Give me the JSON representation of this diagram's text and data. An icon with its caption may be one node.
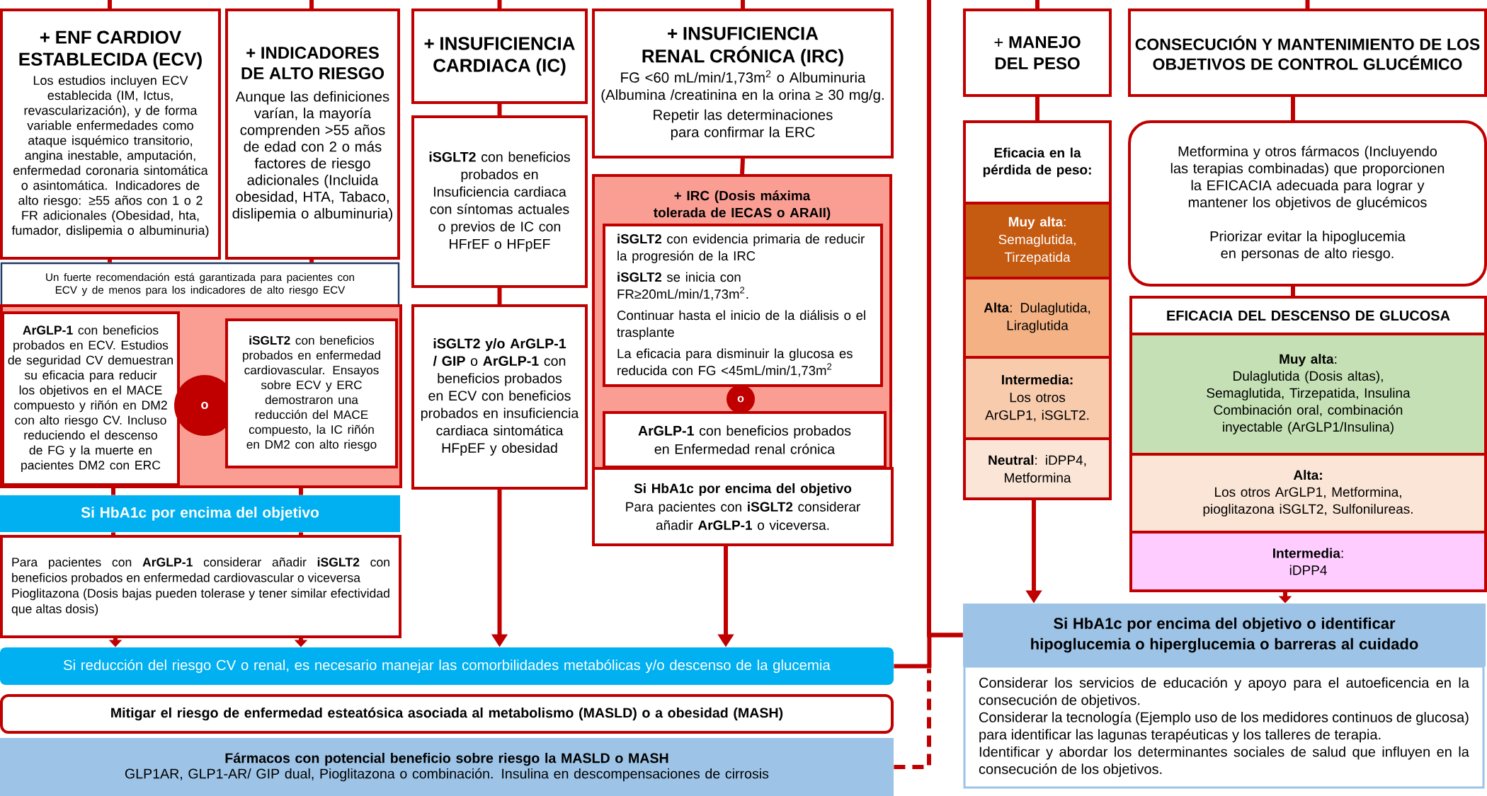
{
  "diagram": {
    "nodes": [
      {
        "text": [
          "+ ENF CARDIOV ESTABLECIDA (ECV)",
          "Los estudios incluyen ECV establecida (IM, Ictus, revascularización), y de forma variable enfermedades como ataque isquémico transitorio, angina inestable, amputación, enfermedad coronaria sintomática o asintomática. Indicadores de alto riesgo: ≥55 años con 1 o 2 FR adicionales (Obesidad, hta, fumador, dislipemia o albuminuria)"
        ]
      },
      {
        "text": [
          "+ INDICADORES DE ALTO RIESGO",
          "Aunque las definiciones varían, la mayoría comprenden >55 años de edad con 2 o más factores de riesgo adicionales (Incluida obesidad, HTA, Tabaco, dislipemia o albuminuria)"
        ]
      },
      {
        "text": [
          "+ INSUFICIENCIA CARDIACA (IC)"
        ]
      },
      {
        "text": [
          "**iSGLT2** con beneficios probados en Insuficiencia cardiaca con síntomas actuales o previos de IC con HFrEF o HFpEF"
        ]
      },
      {
        "text": [
          "**iSGLT2 y/o ArGLP-1 / GIP** o **ArGLP-1** con beneficios probados en ECV con beneficios probados en insuficiencia cardiaca sintomática HFpEF y obesidad"
        ]
      },
      {
        "text": [
          "+ INSUFICIENCIA RENAL CRÓNICA (IRC)",
          "FG <60 mL/min/1,73m$^{2}$ o Albuminuria (Albumina /creatinina en la orina ≥ 30 mg/g.",
          "Repetir las determinaciones para confirmar la ERC"
        ]
      },
      {
        "text": [
          "+ IRC (Dosis máxima tolerada de IECAS o ARAII)"
        ]
      },
      {
        "text": [
          "**iSGLT2** con evidencia primaria de reducir la progresión de la IRC",
          "**iSGLT2** se inicia con FR≥20mL/min/1,73m$^{2}$.",
          "Continuar hasta el inicio de la diálisis o el trasplante",
          "La eficacia para disminuir la glucosa es reducida con FG <45mL/min/1,73m$^{2}$"
        ],
        "in": 6
      },
      {
        "text": [
          "o"
        ],
        "in": 6
      },
      {
        "text": [
          "**ArGLP-1** con beneficios probados en Enfermedad renal crónica"
        ],
        "in": 6
      },
      {
        "text": [
          "**Si HbA1c por encima del objetivo** Para pacientes con **iSGLT2** considerar añadir **ArGLP-1** o viceversa."
        ]
      },
      {
        "text": [
          "Un fuerte recomendación está garantizada para pacientes con ECV y de menos para los indicadores de alto riesgo ECV"
        ]
      },
      {
        "text": [],
        "shape": "box"
      },
      {
        "text": [
          "**ArGLP-1** con beneficios probados en ECV. Estudios de seguridad CV demuestran su eficacia para reducir los objetivos en el MACE compuesto y riñón en DM2 con alto riesgo CV. Incluso reduciendo el descenso de FG y la muerte en pacientes DM2 con ERC"
        ],
        "in": 12
      },
      {
        "text": [
          "o"
        ],
        "in": 12
      },
      {
        "text": [
          "**iSGLT2** con beneficios probados en enfermedad cardiovascular. Ensayos sobre ECV y ERC demostraron una reducción del MACE compuesto, la IC riñón en DM2 con alto riesgo"
        ],
        "in": 12
      },
      {
        "text": [
          "Si HbA1c por encima del objetivo"
        ]
      },
      {
        "text": [
          "Para pacientes con **ArGLP-1** considerar añadir **iSGLT2** con beneficios probados en enfermedad cardiovascular o viceversa",
          "Pioglitazona (Dosis bajas pueden tolerase y tener similar efectividad que altas dosis)"
        ]
      },
      {
        "text": [
          "Si reducción del riesgo CV o renal, es necesario manejar las comorbilidades metabólicas y/o descenso de la glucemia"
        ]
      },
      {
        "text": [
          "Mitigar el riesgo de enfermedad esteatósica asociada al metabolismo (MASLD) o a obesidad (MASH)"
        ]
      },
      {
        "text": [
          "Fármacos con potencial beneficio sobre riesgo la MASLD o MASH",
          "GLP1AR, GLP1-AR/ GIP dual, Pioglitazona o combinación. Insulina en descompensaciones de cirrosis"
        ]
      },
      {
        "text": [
          "+ **MANEJO DEL PESO**"
        ]
      },
      {
        "text": [
          "Eficacia en la pérdida de peso:"
        ]
      },
      {
        "text": [
          "**Muy alta**: Semaglutida, Tirzepatida"
        ]
      },
      {
        "text": [
          "**Alta**: Dulaglutida, Liraglutida"
        ]
      },
      {
        "text": [
          "**Intermedia:** Los otros ArGLP1, iSGLT2."
        ]
      },
      {
        "text": [
          "**Neutral**: iDPP4, Metformina"
        ]
      },
      {
        "text": [
          "CONSECUCIÓN Y MANTENIMIENTO DE LOS OBJETIVOS DE CONTROL GLUCÉMICO"
        ]
      },
      {
        "text": [
          "Metformina y otros fármacos (Incluyendo las terapias combinadas) que proporcionen la EFICACIA adecuada para lograr y mantener los objetivos de glucémicos",
          "Priorizar evitar la hipoglucemia en personas de alto riesgo."
        ]
      },
      {
        "text": [
          "EFICACIA DEL DESCENSO DE GLUCOSA"
        ]
      },
      {
        "text": [
          "**Muy alta**:",
          "Dulaglutida (Dosis altas), Semaglutida, Tirzepatida, Insulina",
          "Combinación oral, combinación inyectable (ArGLP1/Insulina)"
        ]
      },
      {
        "text": [
          "Alta:",
          "Los otros ArGLP1, Metformina, pioglitazona iSGLT2, Sulfonilureas."
        ]
      },
      {
        "text": [
          "**Intermedia**:",
          "iDPP4"
        ]
      },
      {
        "text": [
          "Si HbA1c por encima del objetivo o identificar hipoglucemia o hiperglucemia o barreras al cuidado"
        ]
      },
      {
        "text": [
          "Considerar los servicios de educación y apoyo para el autoeficencia en la consecución de objetivos.",
          "Considerar la tecnología (Ejemplo uso de los medidores continuos de glucosa) para identificar las lagunas terapéuticas y los talleres de terapia.",
          "Identificar y abordar los determinantes sociales de salud que influyen en la consecución de los objetivos."
        ]
      }
    ],
    "edges": [
      {
        "from": null,
        "to": 0,
        "arrow": "none"
      },
      {
        "from": null,
        "to": 1,
        "arrow": "none"
      },
      {
        "from": null,
        "to": 2,
        "arrow": "none"
      },
      {
        "from": null,
        "to": 5,
        "arrow": "none"
      },
      {
        "from": null,
        "to": 21,
        "arrow": "none"
      },
      {
        "from": null,
        "to": 27,
        "arrow": "none"
      },
      {
        "from": 0,
        "to": 11,
        "arrow": "none"
      },
      {
        "from": 1,
        "to": 11,
        "arrow": "none"
      },
      {
        "from": 2,
        "to": 3,
        "arrow": "none"
      },
      {
        "from": 3,
        "to": 4,
        "arrow": "none"
      },
      {
        "from": 5,
        "to": 6,
        "arrow": "none"
      },
      {
        "from": 10,
        "to": 18,
        "arrow": "to"
      },
      {
        "from": 4,
        "to": 18,
        "arrow": "to"
      },
      {
        "from": 12,
        "to": 16,
        "arrow": "none"
      },
      {
        "from": 12,
        "to": 16,
        "arrow": "none"
      },
      {
        "from": 16,
        "to": 17,
        "arrow": "none"
      },
      {
        "from": 16,
        "to": 17,
        "arrow": "none"
      },
      {
        "from": 17,
        "to": 18,
        "arrow": "to"
      },
      {
        "from": 17,
        "to": 18,
        "arrow": "to"
      },
      {
        "from": 18,
        "to": 33,
        "arrow": "none"
      },
      {
        "from": null,
        "to": 33,
        "arrow": "none"
      },
      {
        "from": 20,
        "to": null,
        "arrow": "none",
        "style": "dashed"
      },
      {
        "from": 21,
        "to": 22,
        "arrow": "none"
      },
      {
        "from": 26,
        "to": 33,
        "arrow": "to"
      },
      {
        "from": 27,
        "to": 28,
        "arrow": "none"
      },
      {
        "from": 28,
        "to": 29,
        "arrow": "none"
      },
      {
        "from": 32,
        "to": 33,
        "arrow": "to"
      }
    ]
  }
}
